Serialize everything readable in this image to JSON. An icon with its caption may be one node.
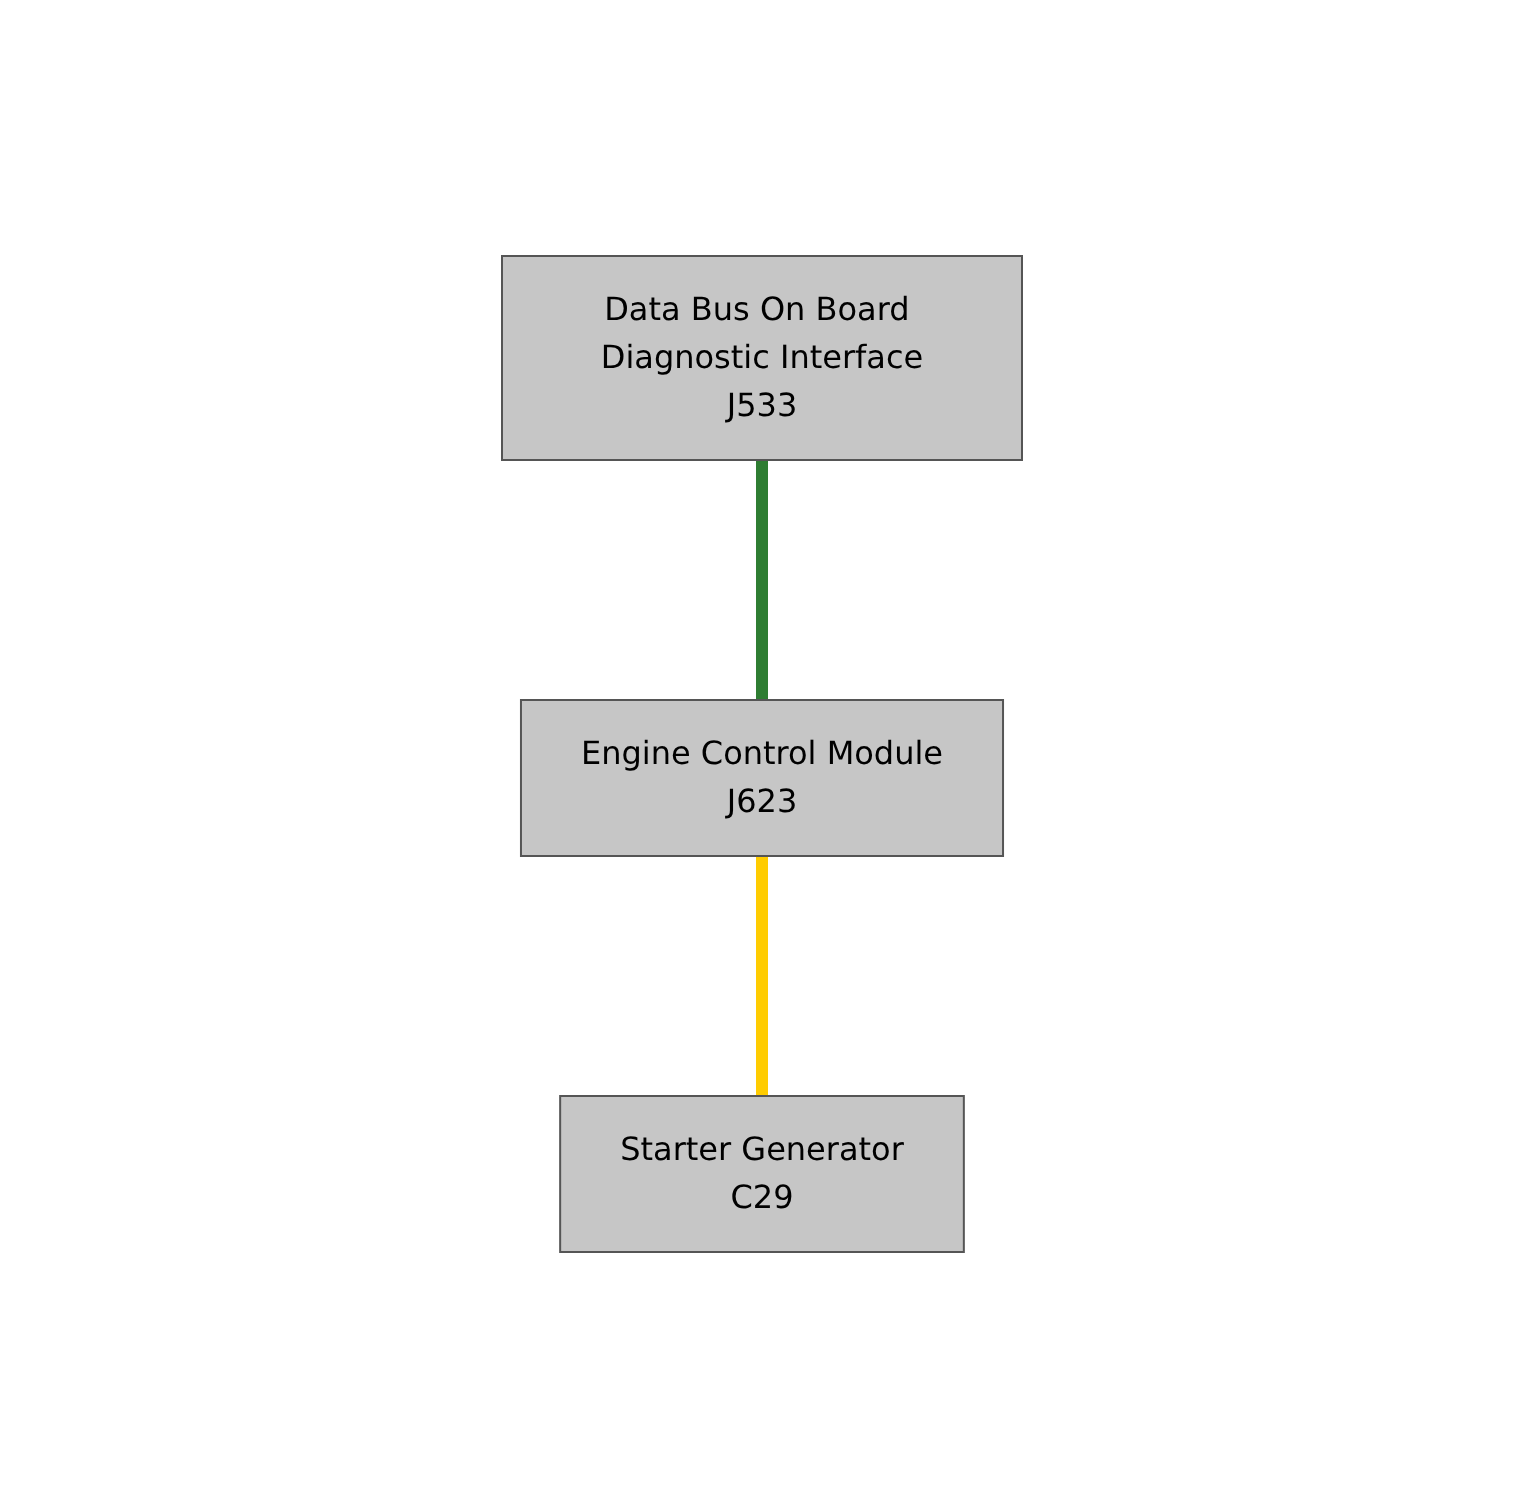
{
  "diagram": {
    "nodes": [
      {
        "text": [
          "Data Bus On Board Diagnostic Interface",
          "J533"
        ]
      },
      {
        "text": [
          "Engine Control Module",
          "J623"
        ]
      },
      {
        "text": [
          "Starter Generator",
          "C29"
        ]
      }
    ],
    "edges": [
      {
        "from": 0,
        "to": 1,
        "arrow": "none",
        "color": "#2e7d32"
      },
      {
        "from": 1,
        "to": 2,
        "arrow": "none",
        "color": "#ffcc00"
      }
    ]
  }
}
